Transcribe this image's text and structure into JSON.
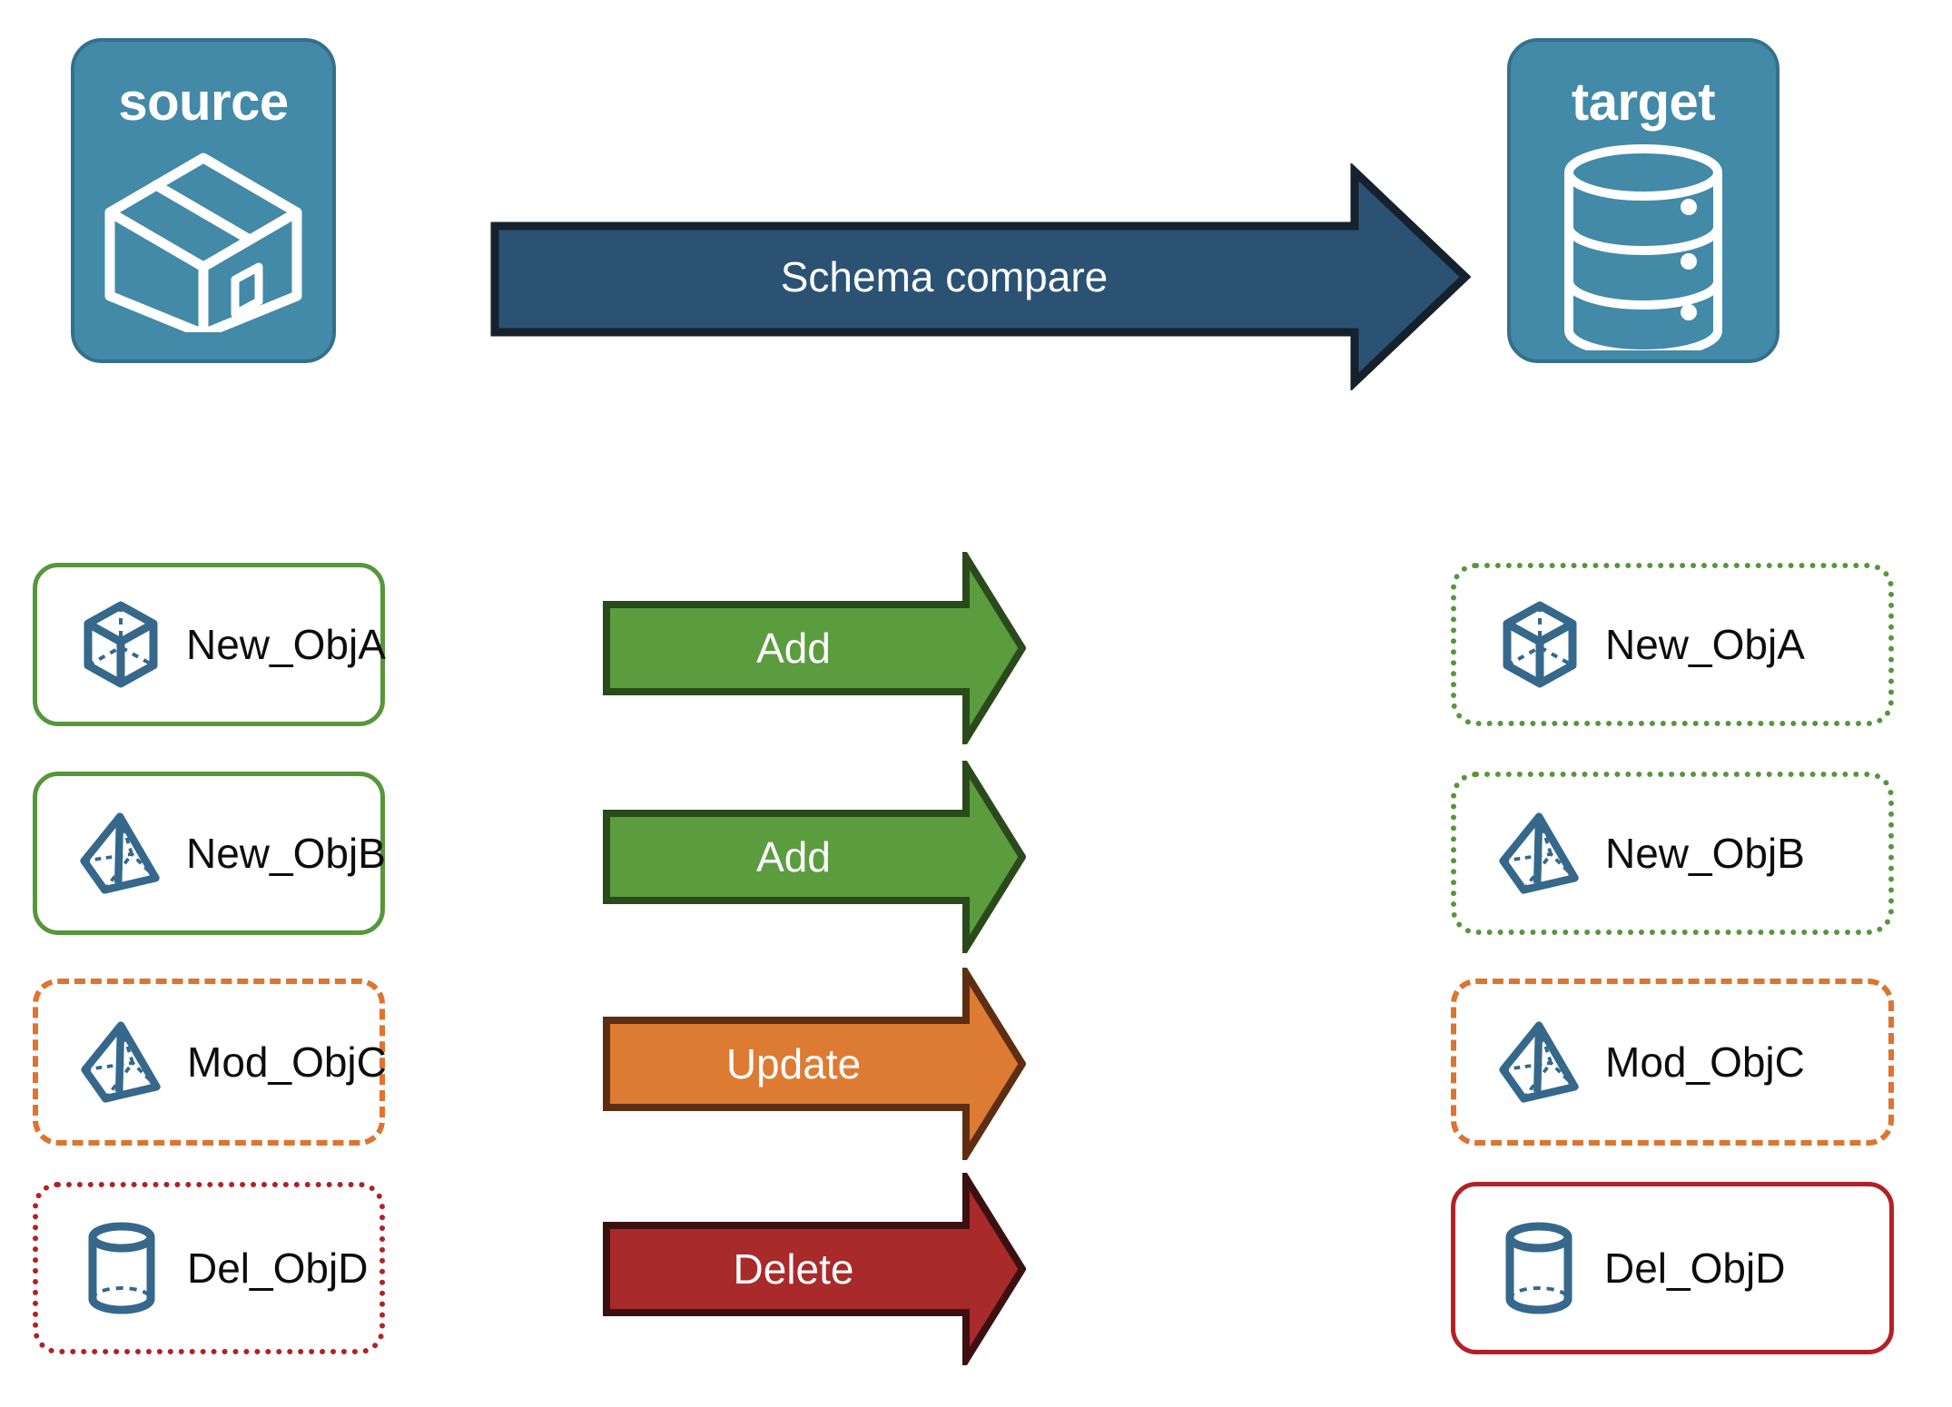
{
  "endpoints": {
    "source": {
      "title": "source",
      "icon": "package-box-icon",
      "color": "#4389A8"
    },
    "target": {
      "title": "target",
      "icon": "database-stack-icon",
      "color": "#4389A8"
    }
  },
  "compare_arrow": {
    "label": "Schema compare",
    "fill": "#2B5273",
    "stroke": "#16212E"
  },
  "colors": {
    "teal": "#4389A8",
    "teal_border": "#34708A",
    "navy_icon": "#35688B",
    "green": "#56963C",
    "green_arrow_fill": "#5B9C3F",
    "green_arrow_stroke": "#2B4A1C",
    "orange": "#DD7430",
    "orange_arrow_fill": "#DD7B33",
    "orange_arrow_stroke": "#5E2E12",
    "red": "#AF2226",
    "red_arrow_fill": "#A92A2B",
    "red_arrow_stroke": "#3C1011"
  },
  "rows": [
    {
      "source": {
        "label": "New_ObjA",
        "icon": "wireframe-cube-icon",
        "border_style": "solid-green"
      },
      "action": {
        "label": "Add",
        "fill": "#5B9C3F",
        "stroke": "#2B4A1C"
      },
      "target": {
        "label": "New_ObjA",
        "icon": "wireframe-cube-icon",
        "border_style": "dotted-green"
      }
    },
    {
      "source": {
        "label": "New_ObjB",
        "icon": "wireframe-pyramid-icon",
        "border_style": "solid-green"
      },
      "action": {
        "label": "Add",
        "fill": "#5B9C3F",
        "stroke": "#2B4A1C"
      },
      "target": {
        "label": "New_ObjB",
        "icon": "wireframe-pyramid-icon",
        "border_style": "dotted-green"
      }
    },
    {
      "source": {
        "label": "Mod_ObjC",
        "icon": "wireframe-pyramid-icon",
        "border_style": "dashed-orange"
      },
      "action": {
        "label": "Update",
        "fill": "#DD7B33",
        "stroke": "#5E2E12"
      },
      "target": {
        "label": "Mod_ObjC",
        "icon": "wireframe-pyramid-icon",
        "border_style": "dashed-orange"
      }
    },
    {
      "source": {
        "label": "Del_ObjD",
        "icon": "wireframe-cylinder-icon",
        "border_style": "dotted-red"
      },
      "action": {
        "label": "Delete",
        "fill": "#A92A2B",
        "stroke": "#3C1011"
      },
      "target": {
        "label": "Del_ObjD",
        "icon": "wireframe-cylinder-icon",
        "border_style": "solid-red"
      }
    }
  ]
}
